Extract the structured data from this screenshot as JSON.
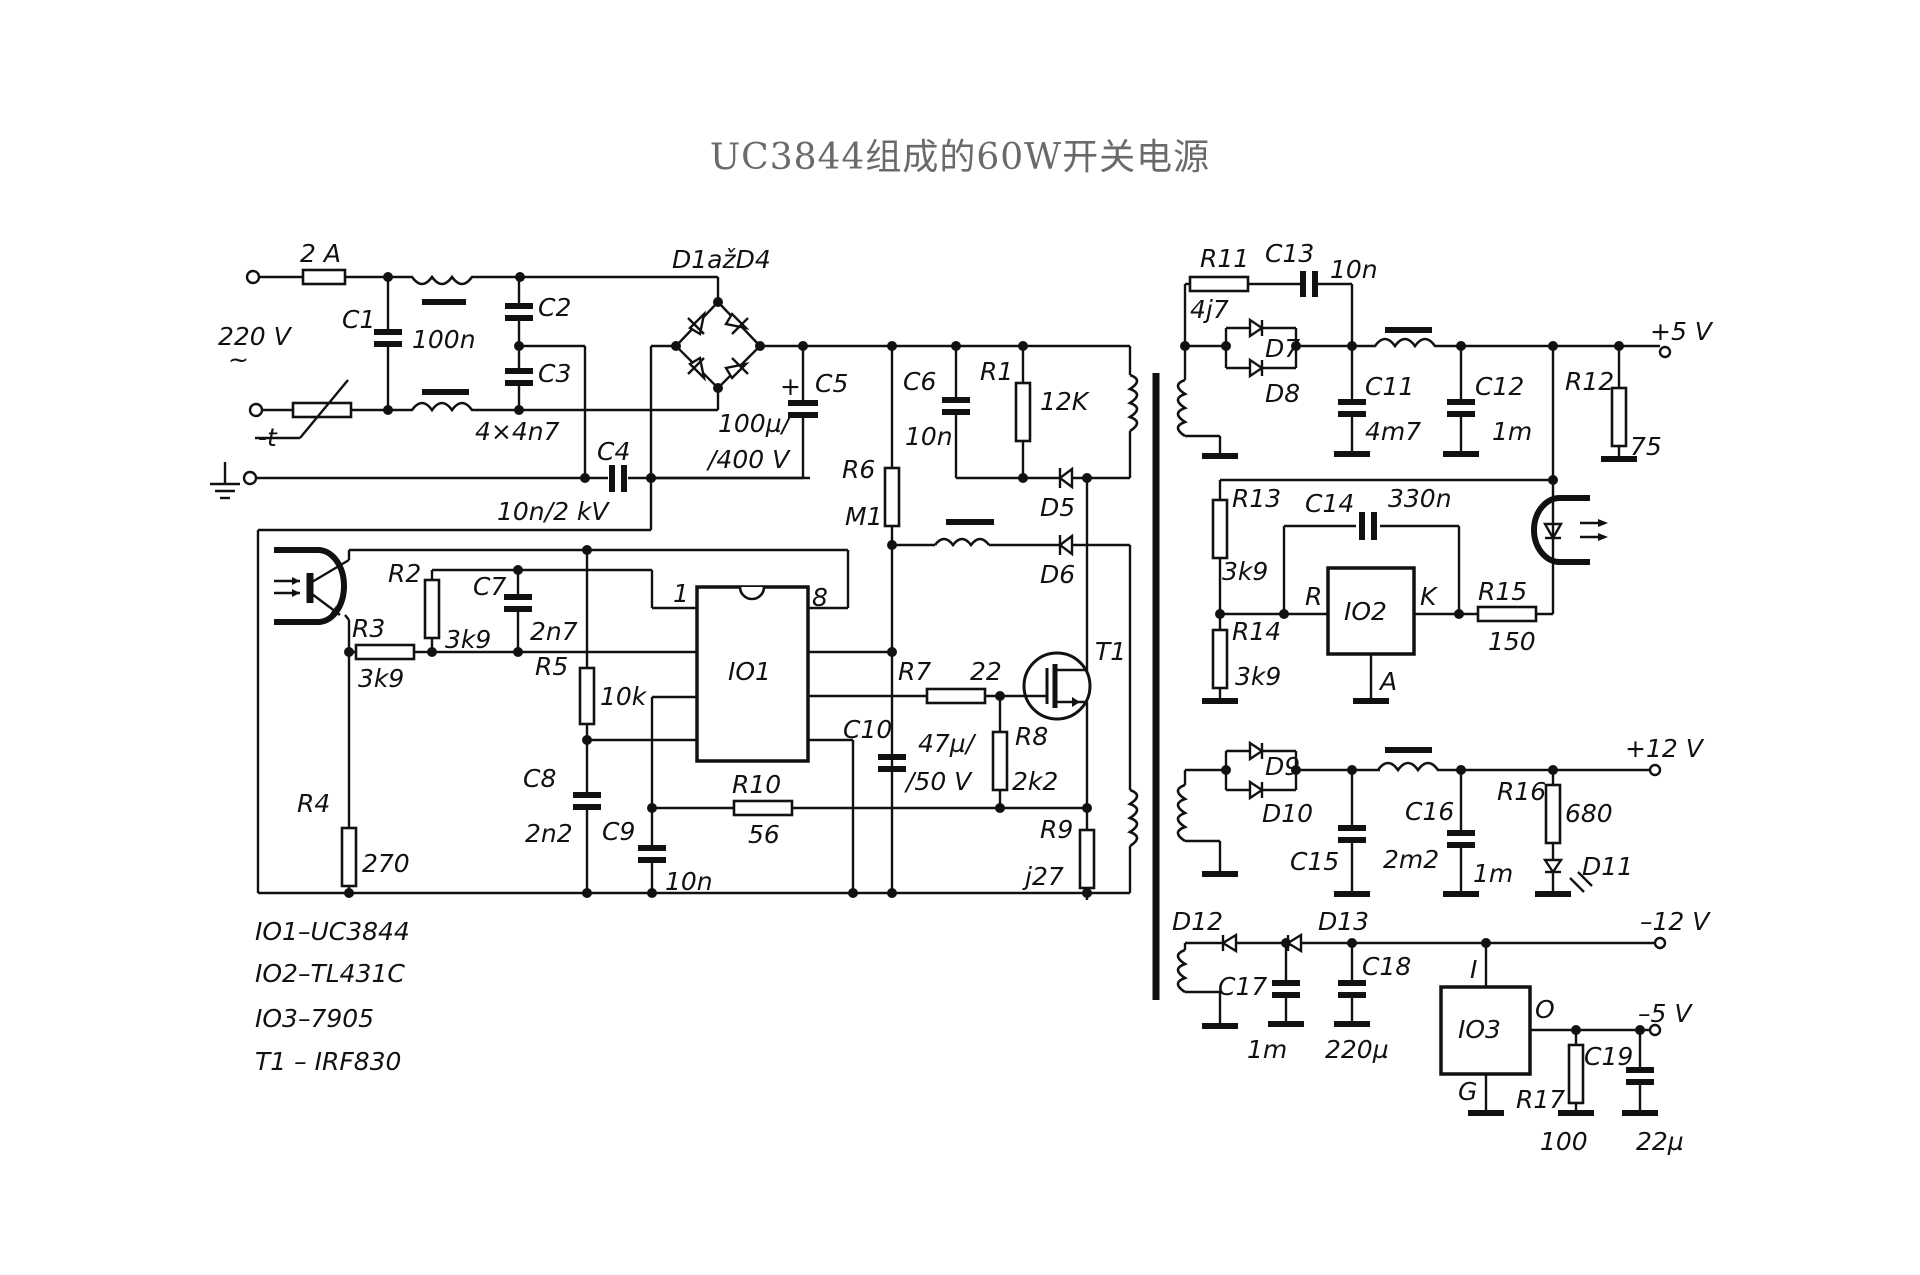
{
  "title": "UC3844组成的60W开关电源",
  "input": {
    "voltage": "220 V",
    "ac_symbol": "~",
    "fuse": "2 A",
    "thermistor": "-t"
  },
  "components": {
    "C1": {
      "ref": "C1",
      "value": "100n"
    },
    "C2": {
      "ref": "C2"
    },
    "C3": {
      "ref": "C3",
      "value": "4×4n7"
    },
    "C4": {
      "ref": "C4",
      "value": "10n/2 kV"
    },
    "bridge": {
      "ref": "D1ažD4"
    },
    "C5": {
      "ref": "C5",
      "value_line1": "100µ/",
      "value_line2": "/400 V",
      "polarity": "+"
    },
    "C6": {
      "ref": "C6",
      "value": "10n"
    },
    "R1": {
      "ref": "R1",
      "value": "12K"
    },
    "D5": {
      "ref": "D5"
    },
    "D6": {
      "ref": "D6"
    },
    "R6": {
      "ref": "R6",
      "value": "M1"
    },
    "R2": {
      "ref": "R2",
      "value": "3k9"
    },
    "C7": {
      "ref": "C7",
      "value": "2n7"
    },
    "R3": {
      "ref": "R3",
      "value": "3k9"
    },
    "R4": {
      "ref": "R4",
      "value": "270"
    },
    "R5": {
      "ref": "R5",
      "value": "10k"
    },
    "C8": {
      "ref": "C8",
      "value": "2n2"
    },
    "C9": {
      "ref": "C9",
      "value": "10n"
    },
    "R10": {
      "ref": "R10",
      "value": "56"
    },
    "IO1": {
      "ref": "IO1",
      "pin1": "1",
      "pin8": "8"
    },
    "R7": {
      "ref": "R7",
      "value": "22"
    },
    "C10": {
      "ref": "C10",
      "value_line1": "47µ/",
      "value_line2": "/50 V"
    },
    "R8": {
      "ref": "R8",
      "value": "2k2"
    },
    "R9": {
      "ref": "R9",
      "value": "j27"
    },
    "T1": {
      "ref": "T1"
    },
    "R11": {
      "ref": "R11",
      "value": "4j7"
    },
    "C13": {
      "ref": "C13",
      "value": "10n"
    },
    "D7": {
      "ref": "D7"
    },
    "D8": {
      "ref": "D8"
    },
    "C11": {
      "ref": "C11",
      "value": "4m7"
    },
    "C12": {
      "ref": "C12",
      "value": "1m"
    },
    "R12": {
      "ref": "R12",
      "value": "75"
    },
    "R13": {
      "ref": "R13",
      "value": "3k9"
    },
    "R14": {
      "ref": "R14",
      "value": "3k9"
    },
    "C14": {
      "ref": "C14",
      "value": "330n"
    },
    "IO2": {
      "ref": "IO2",
      "pin_r": "R",
      "pin_k": "K",
      "pin_a": "A"
    },
    "R15": {
      "ref": "R15",
      "value": "150"
    },
    "D9": {
      "ref": "D9"
    },
    "D10": {
      "ref": "D10"
    },
    "C15": {
      "ref": "C15",
      "value": "2m2"
    },
    "C16": {
      "ref": "C16",
      "value": "1m"
    },
    "R16": {
      "ref": "R16",
      "value": "680"
    },
    "D11": {
      "ref": "D11"
    },
    "D12": {
      "ref": "D12"
    },
    "D13": {
      "ref": "D13"
    },
    "C17": {
      "ref": "C17",
      "value": "1m"
    },
    "C18": {
      "ref": "C18",
      "value": "220µ"
    },
    "IO3": {
      "ref": "IO3",
      "pin_i": "I",
      "pin_o": "O",
      "pin_g": "G"
    },
    "R17": {
      "ref": "R17",
      "value": "100"
    },
    "C19": {
      "ref": "C19",
      "value": "22µ"
    }
  },
  "outputs": {
    "plus5": "+5 V",
    "plus12": "+12 V",
    "minus12": "–12 V",
    "minus5": "–5 V"
  },
  "parts_legend": [
    "IO1–UC3844",
    "IO2–TL431C",
    "IO3–7905",
    "T1 – IRF830"
  ]
}
